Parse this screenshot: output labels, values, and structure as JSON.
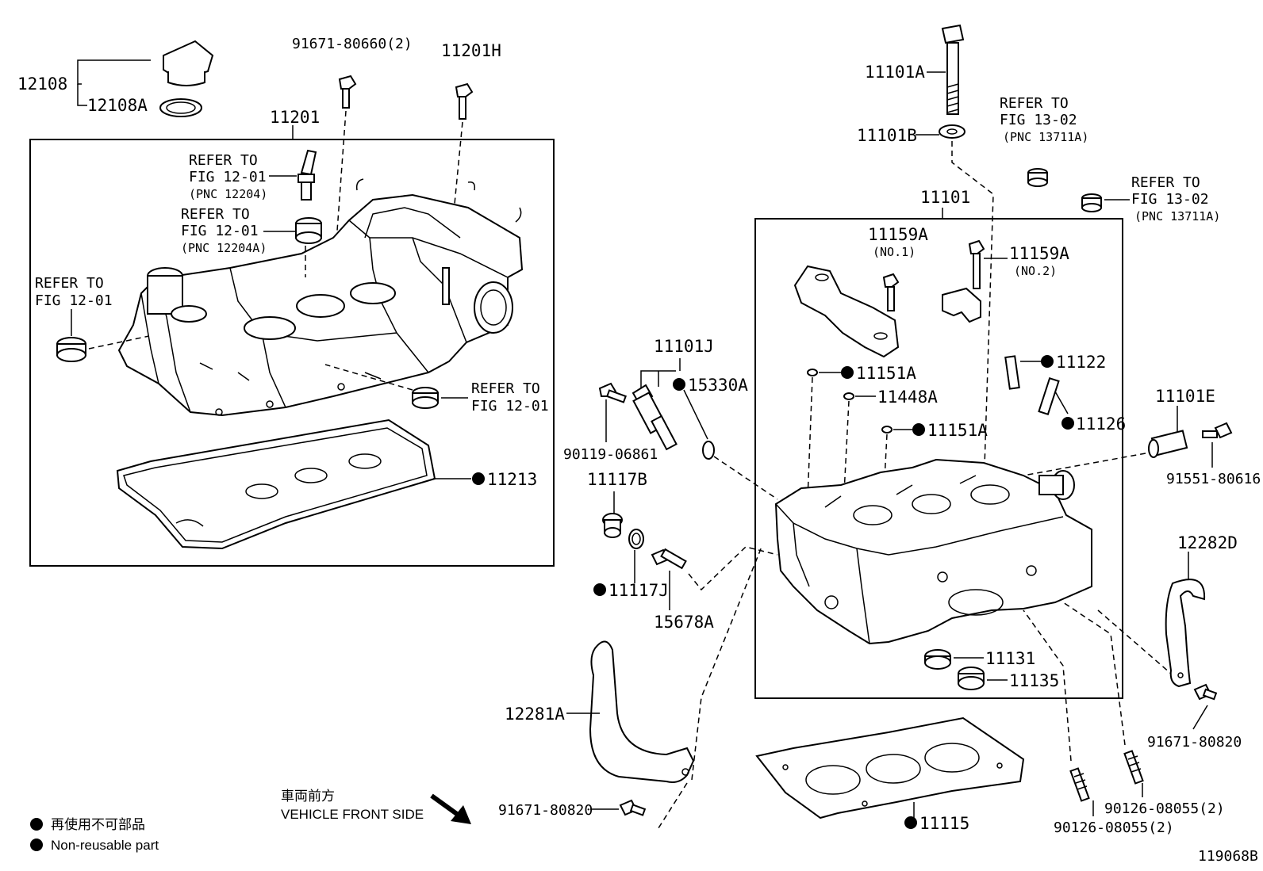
{
  "callouts": {
    "c12108": "12108",
    "c12108A": "12108A",
    "c91671_80660": "91671-80660(2)",
    "c11201H": "11201H",
    "c11201": "11201",
    "c11101A": "11101A",
    "c11101B": "11101B",
    "c11101": "11101",
    "c11159A_1": "11159A",
    "c11159A_1_sub": "(NO.1)",
    "c11159A_2": "11159A",
    "c11159A_2_sub": "(NO.2)",
    "c11101J": "11101J",
    "c15330A": "15330A",
    "c90119": "90119-06861",
    "c11213": "11213",
    "c11117B": "11117B",
    "c11117J": "11117J",
    "c15678A": "15678A",
    "c11151A_1": "11151A",
    "c11448A": "11448A",
    "c11151A_2": "11151A",
    "c11122": "11122",
    "c11126": "11126",
    "c11101E": "11101E",
    "c91551": "91551-80616",
    "c12282D": "12282D",
    "c11131": "11131",
    "c11135": "11135",
    "c12281A": "12281A",
    "c91671_80820_a": "91671-80820",
    "c91671_80820_b": "91671-80820",
    "c11115": "11115",
    "c90126_a": "90126-08055(2)",
    "c90126_b": "90126-08055(2)"
  },
  "refer_notes": {
    "r1": [
      "REFER TO",
      "FIG 12-01",
      "(PNC 12204)"
    ],
    "r2": [
      "REFER TO",
      "FIG 12-01",
      "(PNC 12204A)"
    ],
    "r3": [
      "REFER TO",
      "FIG 12-01"
    ],
    "r4": [
      "REFER TO",
      "FIG 12-01"
    ],
    "r5": [
      "REFER TO",
      "FIG 13-02",
      "(PNC 13711A)"
    ],
    "r6": [
      "REFER TO",
      "FIG 13-02",
      "(PNC 13711A)"
    ]
  },
  "direction": {
    "jp": "車両前方",
    "en": "VEHICLE FRONT SIDE"
  },
  "legend": {
    "jp": "再使用不可部品",
    "en": "Non-reusable part",
    "marker_color": "#000000"
  },
  "figure_id": "119068B"
}
